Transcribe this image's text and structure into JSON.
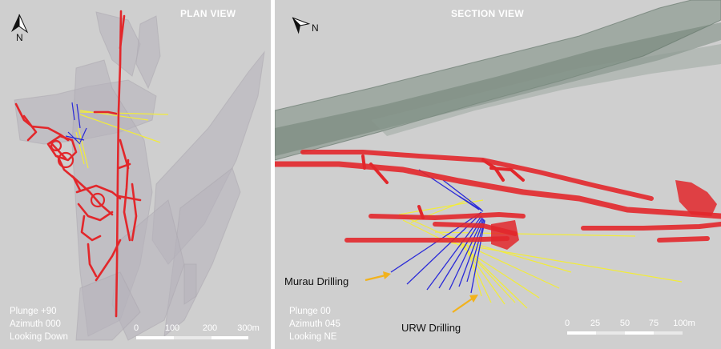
{
  "plan_view": {
    "title": "PLAN VIEW",
    "north_label": "N",
    "info": [
      "Plunge +90",
      "Azimuth 000",
      "Looking Down"
    ],
    "scale_labels": [
      "0",
      "100",
      "200",
      "300m"
    ]
  },
  "section_view": {
    "title": "SECTION VIEW",
    "north_label": "N",
    "info": [
      "Plunge 00",
      "Azimuth 045",
      "Looking NE"
    ],
    "scale_labels": [
      "0",
      "25",
      "50",
      "75",
      "100m"
    ],
    "annotations": {
      "murau": "Murau Drilling",
      "urw": "URW Drilling"
    }
  },
  "colors": {
    "background": "#cfcfcf",
    "workings_red": "#e2272b",
    "murau_drill_blue": "#2a2ad8",
    "urw_drill_yellow": "#f2ec3a",
    "arrow_orange": "#f2b21c",
    "ore_body_grey": "#b9b6bd",
    "lode_green": "#6f8275"
  }
}
